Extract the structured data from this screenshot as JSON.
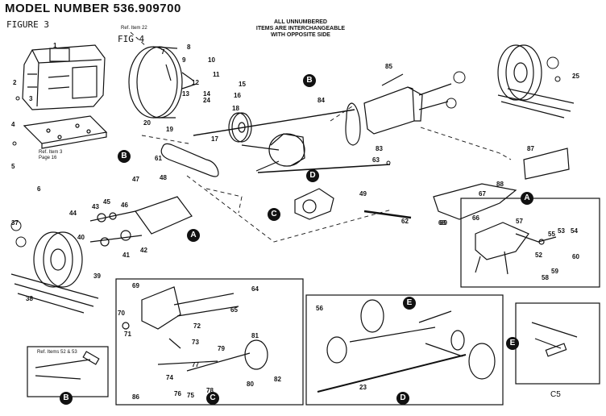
{
  "header": {
    "model_number": "MODEL NUMBER 536.909700",
    "figure_label": "FIGURE 3",
    "fig4_label": "FIG 4"
  },
  "notes": {
    "interchangeable_line1": "ALL UNNUMBERED",
    "interchangeable_line2": "ITEMS ARE INTERCHANGEABLE",
    "interchangeable_line3": "WITH OPPOSITE SIDE",
    "ref_item22": "Ref. Item 22",
    "ref_item3_line1": "Ref. Item 3",
    "ref_item3_line2": "Page 16",
    "ref_items_52_53": "Ref. Items 52 & 53"
  },
  "corner_code": "C5",
  "callouts": {
    "A": "A",
    "B": "B",
    "C": "C",
    "D": "D",
    "E": "E"
  },
  "part_numbers": {
    "main": [
      "1",
      "2",
      "3",
      "4",
      "5",
      "6",
      "7",
      "8",
      "9",
      "10",
      "11",
      "12",
      "13",
      "14",
      "15",
      "16",
      "17",
      "18",
      "19",
      "20",
      "23",
      "24",
      "25",
      "37",
      "38",
      "39",
      "40",
      "41",
      "42",
      "43",
      "44",
      "45",
      "46",
      "47",
      "48",
      "49",
      "52",
      "53",
      "54",
      "55",
      "56",
      "57",
      "58",
      "59",
      "60",
      "61",
      "62",
      "63",
      "64",
      "65",
      "66",
      "67",
      "68",
      "69",
      "70",
      "71",
      "72",
      "73",
      "74",
      "75",
      "76",
      "77",
      "78",
      "79",
      "80",
      "81",
      "82",
      "83",
      "84",
      "85",
      "86",
      "87",
      "88",
      "89"
    ]
  }
}
